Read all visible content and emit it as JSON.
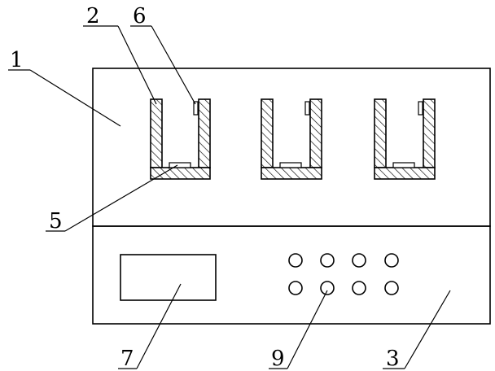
{
  "labels": {
    "l1": "1",
    "l2": "2",
    "l3": "3",
    "l5": "5",
    "l6": "6",
    "l7": "7",
    "l9": "9"
  },
  "colors": {
    "line": "#000000",
    "background": "#ffffff"
  },
  "compartment_count": 3,
  "button_rows": 2,
  "button_columns": 4
}
